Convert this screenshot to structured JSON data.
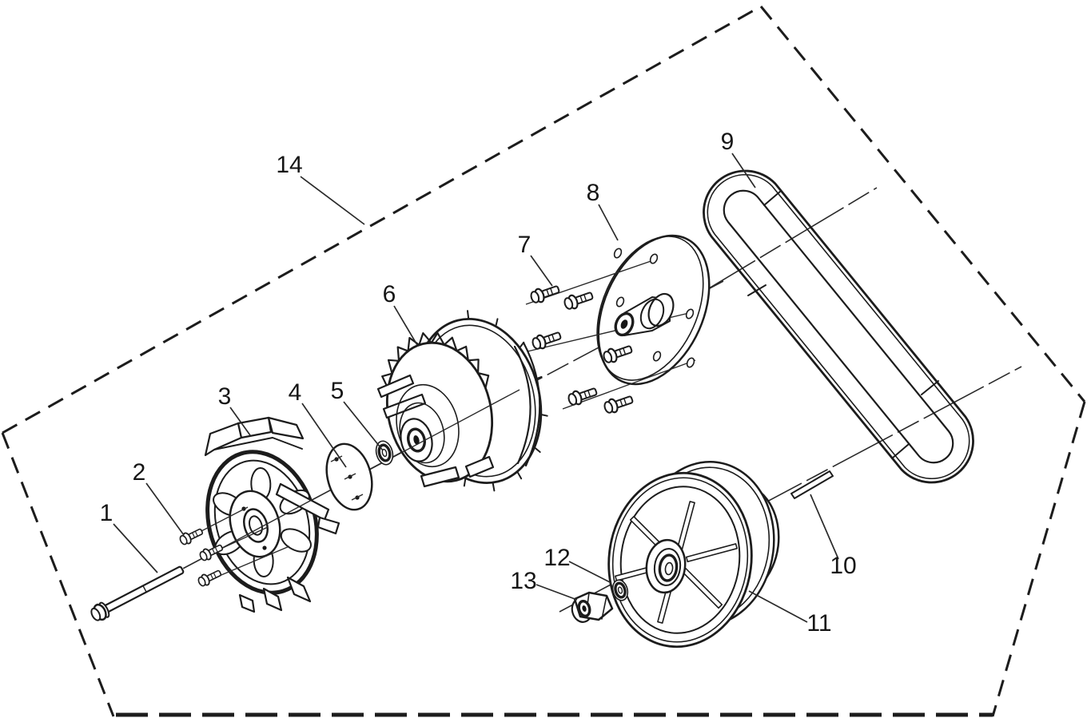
{
  "colors": {
    "background": "#ffffff",
    "line": "#1c1c1c"
  },
  "labels": [
    {
      "text": "1"
    },
    {
      "text": "2"
    },
    {
      "text": "3"
    },
    {
      "text": "4"
    },
    {
      "text": "5"
    },
    {
      "text": "6"
    },
    {
      "text": "7"
    },
    {
      "text": "8"
    },
    {
      "text": "9"
    },
    {
      "text": "10"
    },
    {
      "text": "11"
    },
    {
      "text": "12"
    },
    {
      "text": "13"
    },
    {
      "text": "14"
    }
  ]
}
